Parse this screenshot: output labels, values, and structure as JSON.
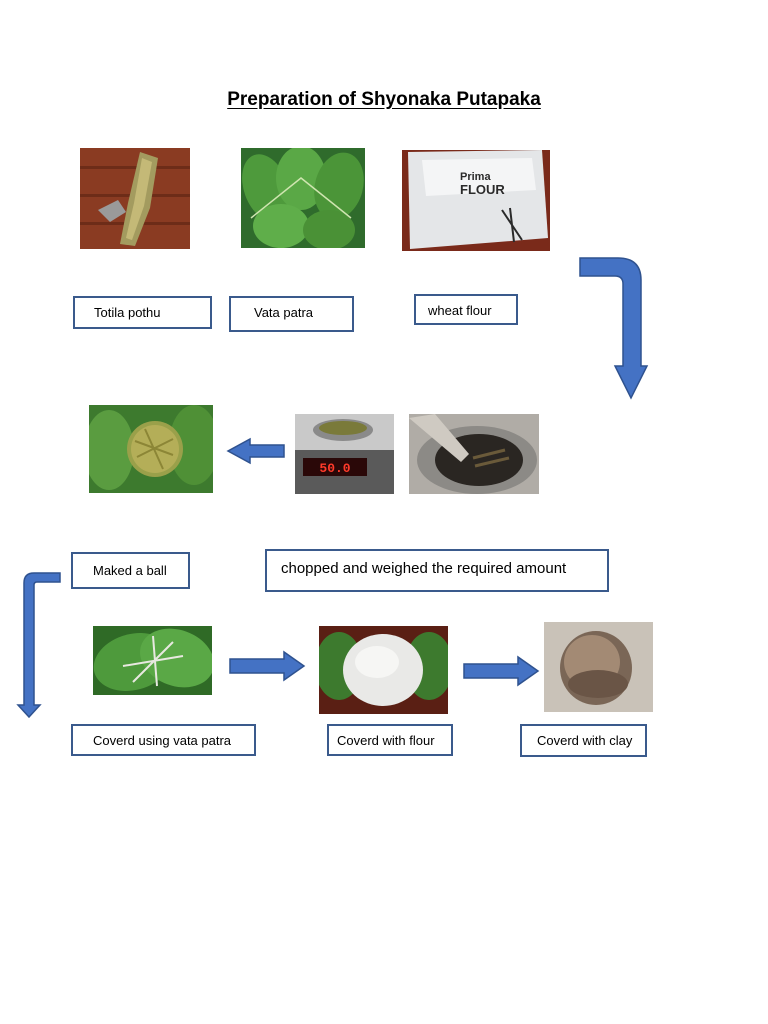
{
  "title": "Preparation of Shyonaka Putapaka",
  "labels": {
    "totila_pothu": "Totila pothu",
    "vata_patra": "Vata  patra",
    "wheat_flour": "wheat flour",
    "maked_ball": "Maked a ball",
    "chopped": "chopped and weighed the required amount",
    "covered_vata": "Coverd using  vata patra",
    "covered_flour": "Coverd with flour",
    "covered_clay": "Coverd with clay"
  },
  "photos": {
    "scale_reading": "50.0",
    "flour_bag_brand": "Prima",
    "flour_bag_text": "FLOUR"
  },
  "colors": {
    "arrow": "#4472c4",
    "label_border": "#3a5a8c"
  }
}
